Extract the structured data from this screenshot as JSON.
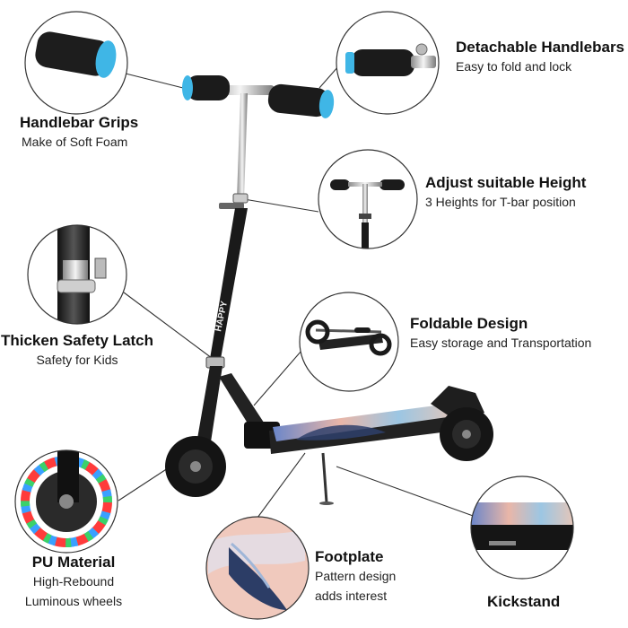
{
  "features": {
    "handlebar_grips": {
      "title": "Handlebar Grips",
      "subtitle": "Make of Soft Foam"
    },
    "detachable_handlebars": {
      "title": "Detachable Handlebars",
      "subtitle": "Easy to fold and lock"
    },
    "adjust_height": {
      "title": "Adjust suitable Height",
      "subtitle": "3 Heights for T-bar position"
    },
    "safety_latch": {
      "title": "Thicken Safety Latch",
      "subtitle": "Safety for Kids"
    },
    "foldable": {
      "title": "Foldable Design",
      "subtitle": "Easy storage and Transportation"
    },
    "wheels": {
      "title": "PU Material",
      "subtitle_line1": "High-Rebound",
      "subtitle_line2": "Luminous wheels"
    },
    "footplate": {
      "title": "Footplate",
      "subtitle_line1": "Pattern design",
      "subtitle_line2": "adds interest"
    },
    "kickstand": {
      "title": "Kickstand"
    }
  },
  "brand": {
    "stem_text": "HAPPY"
  },
  "colors": {
    "grip_cap": "#3fb6e6",
    "frame": "#1a1a1a",
    "line": "#333333"
  }
}
